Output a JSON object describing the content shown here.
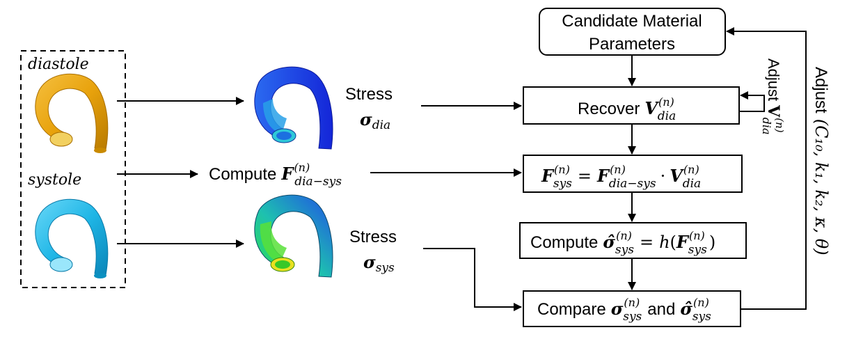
{
  "left_panel": {
    "diastole_label": "diastole",
    "systole_label": "systole"
  },
  "middle": {
    "stress_dia_word": "Stress",
    "sigma_dia_symbol": "σ",
    "sigma_dia_sub": "dia",
    "compute_word": "Compute",
    "F_symbol": "F",
    "F_sup": "(n)",
    "F_sub": "dia−sys",
    "stress_sys_word": "Stress",
    "sigma_sys_symbol": "σ",
    "sigma_sys_sub": "sys"
  },
  "flow": {
    "candidate_line1": "Candidate Material",
    "candidate_line2": "Parameters",
    "recover_word": "Recover",
    "V": "V",
    "sup_n": "(n)",
    "dia": "dia",
    "sys": "sys",
    "F": "F",
    "dia_minus_sys": "dia−sys",
    "equals": "=",
    "dot": "·",
    "compute_word": "Compute",
    "sigma_hat": "σ̂",
    "sigma": "σ",
    "h": "h",
    "lparen": "(",
    "rparen": ")",
    "compare_word": "Compare",
    "and_word": "and"
  },
  "side": {
    "adjust_V_word": "Adjust",
    "adjust_V_symbol": "V",
    "adjust_params_word": "Adjust",
    "adjust_params_expr": "(C₁₀, k₁, k₂, κ, θ)"
  },
  "colors": {
    "diastole_aorta": "#e8a20c",
    "systole_aorta": "#1fb6e6",
    "stress_low": "#1a2fe0",
    "stress_mid": "#1e8be8",
    "stress_high": "#30d830"
  }
}
